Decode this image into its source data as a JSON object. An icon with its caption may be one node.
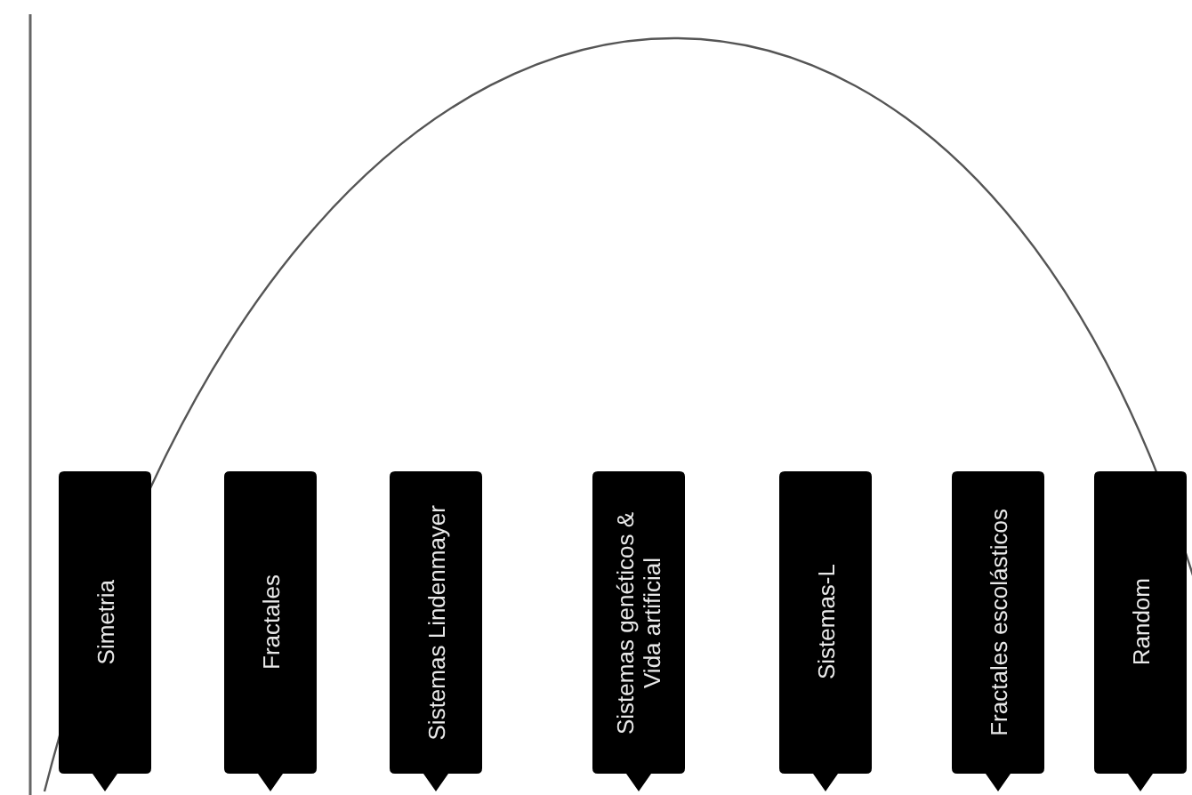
{
  "diagram": {
    "nodes": [
      {
        "text": [
          "Simetria"
        ]
      },
      {
        "text": [
          "Fractales"
        ]
      },
      {
        "text": [
          "Sistemas Lindenmayer"
        ]
      },
      {
        "text": [
          "Sistemas genéticos & Vida artificial"
        ]
      },
      {
        "text": [
          "Sistemas-L"
        ]
      },
      {
        "text": [
          "Fractales escolásticos"
        ]
      },
      {
        "text": [
          "Random"
        ]
      }
    ]
  }
}
